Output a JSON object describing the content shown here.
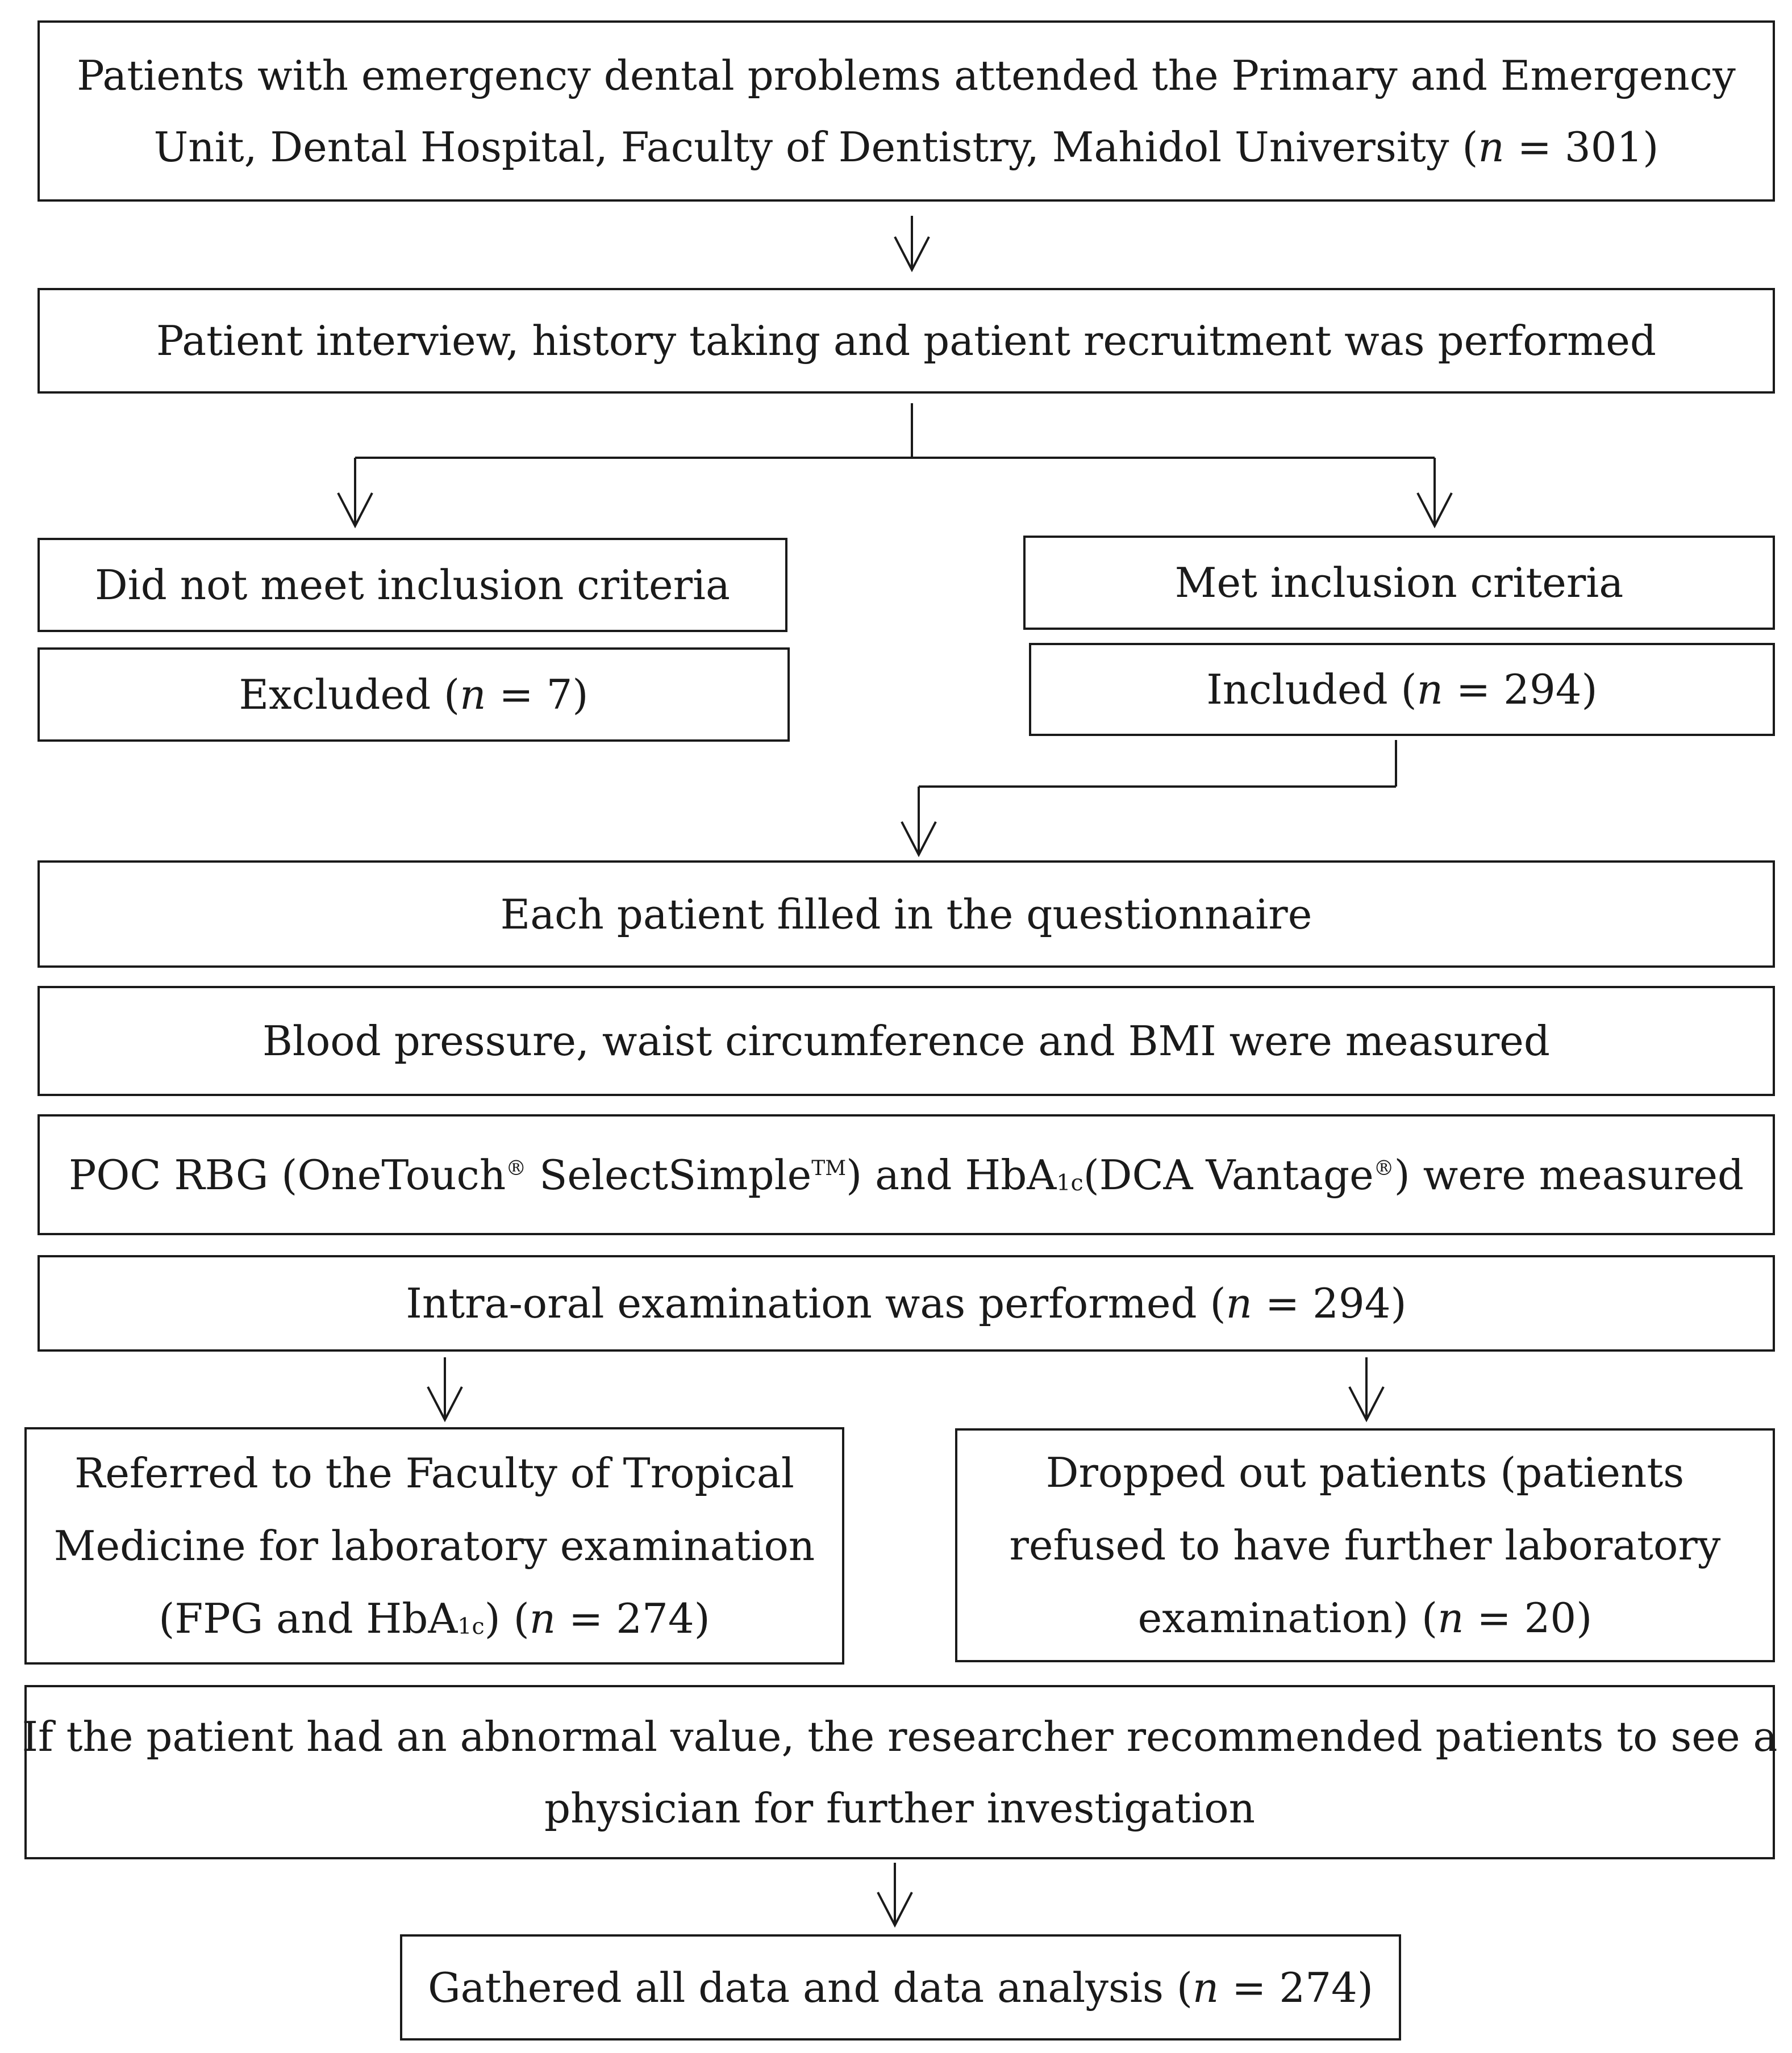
{
  "diagram": {
    "nodes": {
      "patients_attended": {
        "line1": "Patients with emergency dental problems attended the Primary and Emergency",
        "line2_text": "Unit, Dental Hospital, Faculty of Dentistry, Mahidol University (",
        "n_label": "n",
        "n_value": " = 301)"
      },
      "interview": {
        "text": "Patient interview, history taking and patient recruitment was performed"
      },
      "not_meet": {
        "text": "Did not meet inclusion criteria"
      },
      "excluded": {
        "text": "Excluded (",
        "n_label": "n",
        "n_value": " = 7)"
      },
      "met": {
        "text": "Met inclusion criteria"
      },
      "included": {
        "text": "Included (",
        "n_label": "n",
        "n_value": " = 294)"
      },
      "questionnaire": {
        "text": "Each patient filled in the questionnaire"
      },
      "measurements": {
        "text": "Blood pressure, waist circumference and BMI were measured"
      },
      "poc": {
        "part1": "POC RBG (OneTouch",
        "reg1": "®",
        "part2": " SelectSimple",
        "tm": "TM",
        "part3": ") and HbA",
        "sub1": "1c",
        "part4": "(DCA Vantage",
        "reg2": "®",
        "part5": ") were measured"
      },
      "intraoral": {
        "text": "Intra-oral examination was performed (",
        "n_label": "n",
        "n_value": " = 294)"
      },
      "referred": {
        "line1": "Referred to the Faculty of Tropical",
        "line2": "Medicine for laboratory examination",
        "line3_part1": "(FPG and HbA",
        "line3_sub": "1c",
        "line3_part2": ") (",
        "n_label": "n",
        "n_value": " = 274)"
      },
      "dropped": {
        "line1": "Dropped out patients (patients",
        "line2": "refused to have further laboratory",
        "line3_part1": "examination) (",
        "n_label": "n",
        "n_value": " = 20)"
      },
      "abnormal": {
        "line1": "If the patient had an abnormal value, the researcher recommended patients to see a",
        "line2": "physician for further investigation"
      },
      "gathered": {
        "text": "Gathered all data and data analysis (",
        "n_label": "n",
        "n_value": " = 274)"
      }
    }
  }
}
